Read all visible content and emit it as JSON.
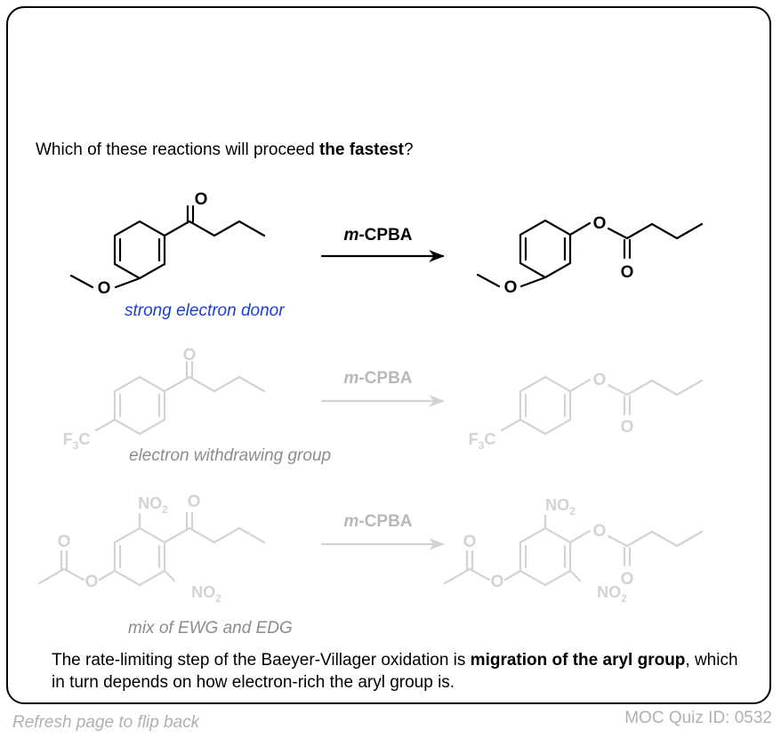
{
  "question": {
    "prefix": "Which of these reactions will proceed ",
    "emphasis": "the fastest",
    "suffix": "?"
  },
  "reagent": {
    "italic": "m",
    "rest": "-CPBA"
  },
  "atoms": {
    "oxygen": "O",
    "nitro": "NO",
    "nitro_sub": "2",
    "cf3_f": "F",
    "cf3_sub": "3",
    "cf3_c": "C"
  },
  "reactions": [
    {
      "caption": "strong electron donor",
      "caption_color": "#1a3fd6",
      "state": "active"
    },
    {
      "caption": "electron withdrawing group",
      "caption_color": "#8c8c8c",
      "state": "faded"
    },
    {
      "caption": "mix of EWG and EDG",
      "caption_color": "#8c8c8c",
      "state": "faded"
    }
  ],
  "answer": {
    "part1": "The rate-limiting step of the Baeyer-Villager oxidation is ",
    "emphasis": "migration of the aryl group",
    "part2": ", which in turn depends on how electron-rich the aryl group is."
  },
  "footer": {
    "left": "Refresh page to flip back",
    "right": "MOC Quiz ID: 0532"
  },
  "colors": {
    "active": "#000000",
    "faded": "#d3d3d3",
    "donor_label": "#1a3fd6",
    "faded_label": "#8c8c8c"
  }
}
